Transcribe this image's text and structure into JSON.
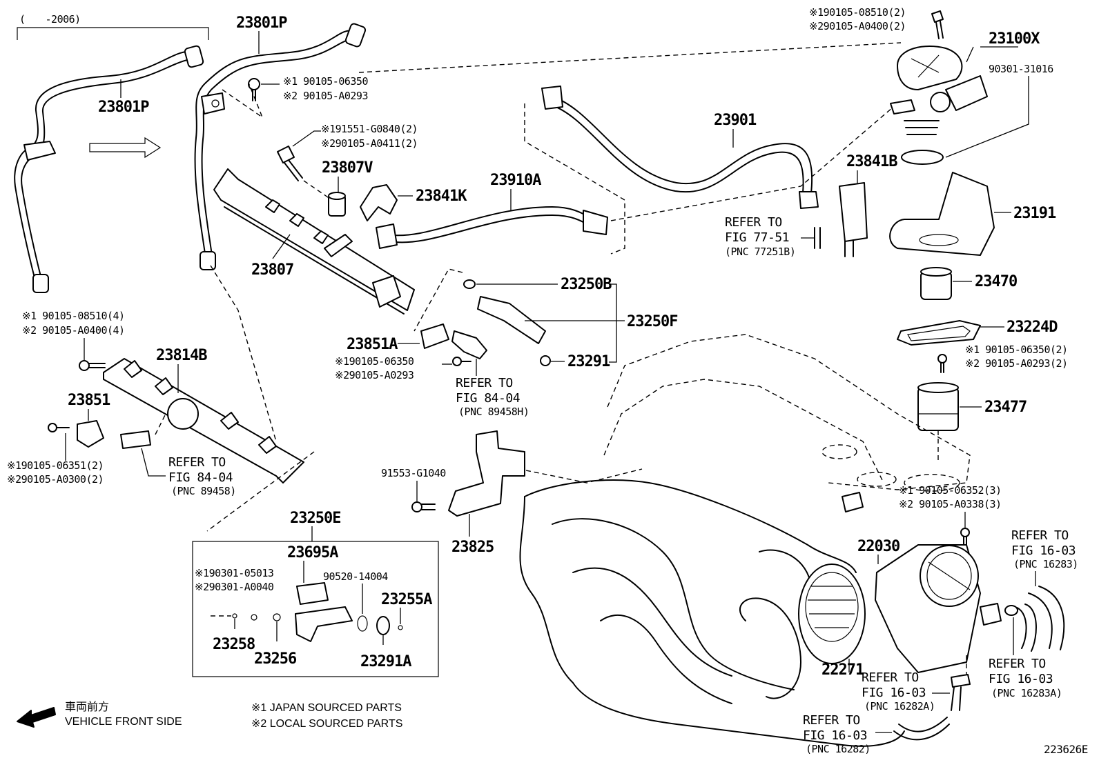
{
  "labels": {
    "year_range": "(　　-2006)",
    "p23801p_a": "23801P",
    "p23801p_b": "23801P",
    "p23807v": "23807V",
    "p23807": "23807",
    "p23841k": "23841K",
    "p23910a": "23910A",
    "p23901": "23901",
    "p23100x": "23100X",
    "p90301_31016": "90301-31016",
    "p23841b": "23841B",
    "p23191": "23191",
    "p23470": "23470",
    "p23224d": "23224D",
    "p23477": "23477",
    "p23250b": "23250B",
    "p23250f": "23250F",
    "p23291": "23291",
    "p23851a": "23851A",
    "p23814b": "23814B",
    "p23851": "23851",
    "p23825": "23825",
    "p91553": "91553-G1040",
    "p23250e": "23250E",
    "p23695a": "23695A",
    "p90520": "90520-14004",
    "p23255a": "23255A",
    "p23258": "23258",
    "p23256": "23256",
    "p23291a": "23291A",
    "p22030": "22030",
    "p22271": "22271",
    "diagram_id": "223626E"
  },
  "bolt_notes": {
    "top_right_1": "※190105-08510(2)",
    "top_right_2": "※290105-A0400(2)",
    "rail_bolt_1": "※1 90105-06350",
    "rail_bolt_2": "※2 90105-A0293",
    "stud_1": "※191551-G0840(2)",
    "stud_2": "※290105-A0411(2)",
    "left_bolt_1": "※1 90105-08510(4)",
    "left_bolt_2": "※2 90105-A0400(4)",
    "sensor_bolt_1": "※190105-06350",
    "sensor_bolt_2": "※290105-A0293",
    "s23851_1": "※190105-06351(2)",
    "s23851_2": "※290105-A0300(2)",
    "pump_bolt_1": "※1 90105-06350(2)",
    "pump_bolt_2": "※2 90105-A0293(2)",
    "tb_bolt_1": "※1 90105-06352(3)",
    "tb_bolt_2": "※2 90105-A0338(3)",
    "inj_1": "※190301-05013",
    "inj_2": "※290301-A0040"
  },
  "refs": {
    "r77_1": "REFER TO",
    "r77_2": "FIG 77-51",
    "r77_3": "(PNC 77251B)",
    "r84a_1": "REFER TO",
    "r84a_2": "FIG 84-04",
    "r84a_3": "(PNC 89458H)",
    "r84b_1": "REFER TO",
    "r84b_2": "FIG 84-04",
    "r84b_3": "(PNC 89458)",
    "r16a_1": "REFER TO",
    "r16a_2": "FIG 16-03",
    "r16a_3": "(PNC 16283)",
    "r16b_1": "REFER TO",
    "r16b_2": "FIG 16-03",
    "r16b_3": "(PNC 16283A)",
    "r16c_1": "REFER TO",
    "r16c_2": "FIG 16-03",
    "r16c_3": "(PNC 16282A)",
    "r16d_1": "REFER TO",
    "r16d_2": "FIG 16-03",
    "r16d_3": "(PNC 16282)"
  },
  "legend": {
    "front_jp": "車両前方",
    "front_en": "VEHICLE FRONT SIDE",
    "japan": "※1 JAPAN SOURCED PARTS",
    "local": "※2 LOCAL SOURCED PARTS"
  }
}
